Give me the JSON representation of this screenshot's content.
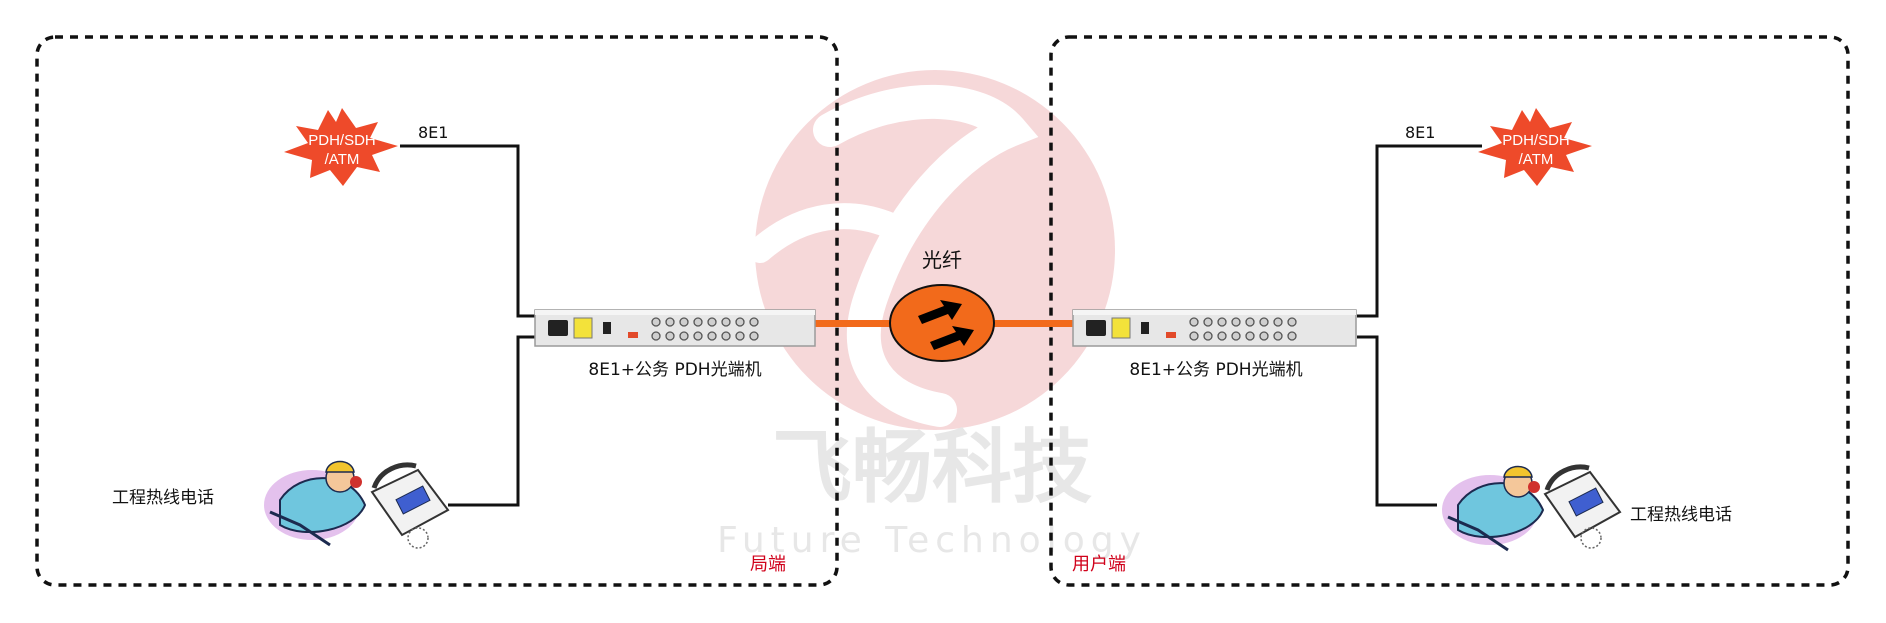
{
  "watermark": {
    "cn_text": "飞畅科技",
    "en_text": "Future Technology"
  },
  "fiber_label": "光纤",
  "local_side": {
    "region_label": "局端",
    "network": {
      "line1": "PDH/SDH",
      "line2": "/ATM"
    },
    "link_label": "8E1",
    "device_label": "8E1+公务 PDH光端机",
    "phone_label": "工程热线电话"
  },
  "remote_side": {
    "region_label": "用户端",
    "network": {
      "line1": "PDH/SDH",
      "line2": "/ATM"
    },
    "link_label": "8E1",
    "device_label": "8E1+公务 PDH光端机",
    "phone_label": "工程热线电话"
  },
  "colors": {
    "fiber": "#f26a1b",
    "burst": "#ee4a2a",
    "region_label": "#d0021b",
    "watermark_logo": "#f3c9cc"
  }
}
